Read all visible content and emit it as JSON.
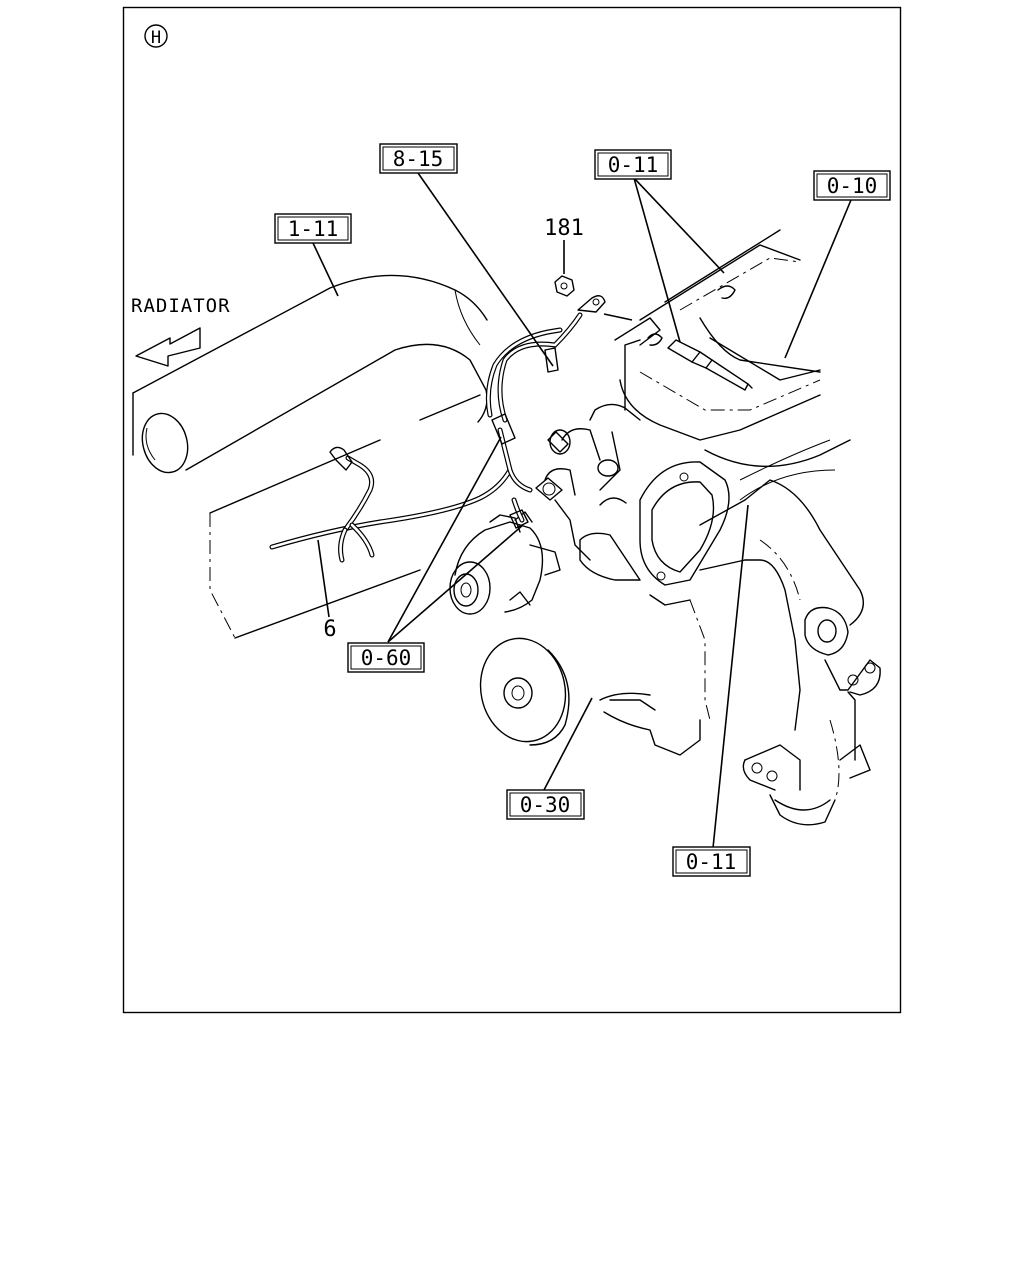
{
  "view_marker": "H",
  "direction_label": "RADIATOR",
  "callouts": {
    "ref_8_15": "8-15",
    "ref_0_11_top": "0-11",
    "ref_0_10": "0-10",
    "ref_1_11": "1-11",
    "ref_0_60": "0-60",
    "ref_0_30": "0-30",
    "ref_0_11_bottom": "0-11"
  },
  "part_numbers": {
    "nut": "181",
    "harness": "6"
  }
}
